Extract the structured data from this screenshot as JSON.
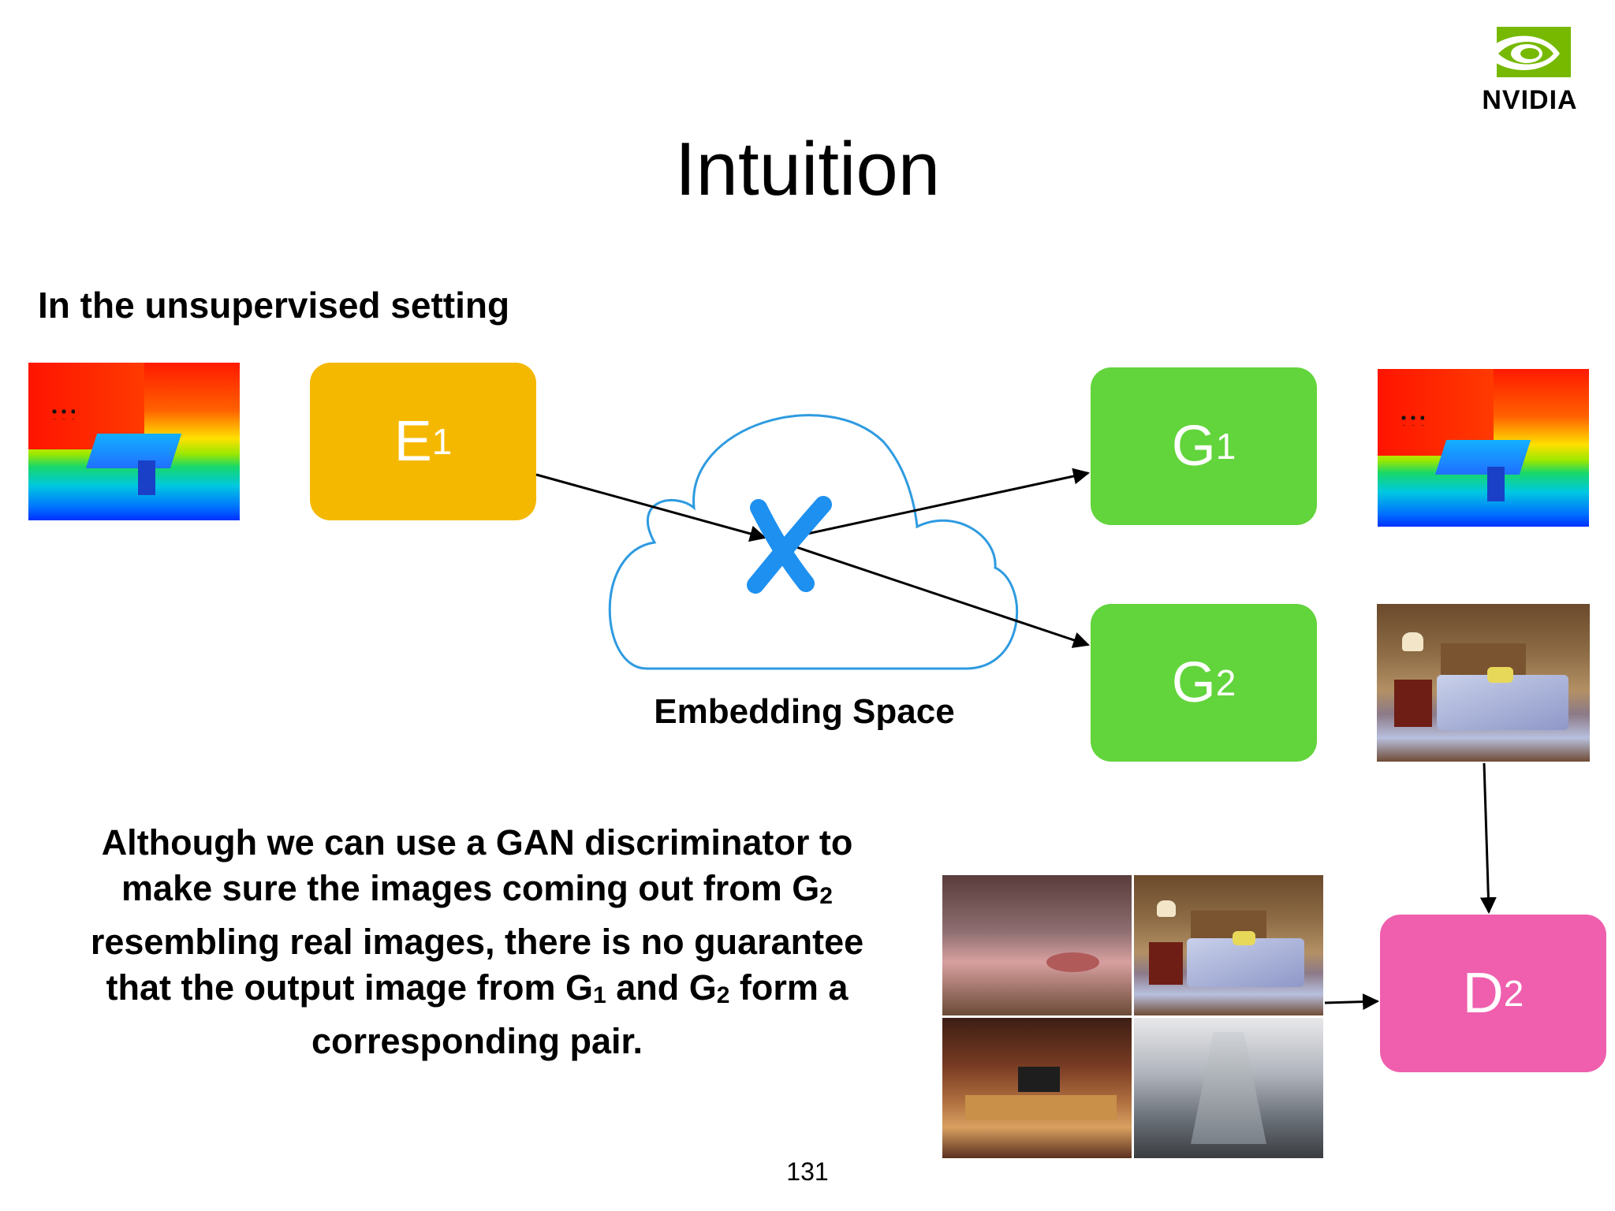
{
  "logo": {
    "wordmark": "NVIDIA",
    "color": "#76B900",
    "icon": "nvidia-eye-icon"
  },
  "title": "Intuition",
  "subtitle": "In the unsupervised setting",
  "boxes": {
    "e1": {
      "letter": "E",
      "sub": "1",
      "color": "#F5B800"
    },
    "g1": {
      "letter": "G",
      "sub": "1",
      "color": "#62D43C"
    },
    "g2": {
      "letter": "G",
      "sub": "2",
      "color": "#62D43C"
    },
    "d2": {
      "letter": "D",
      "sub": "2",
      "color": "#EF5FAE"
    }
  },
  "cloud": {
    "label": "Embedding Space",
    "stroke": "#2E9BE0",
    "mark": "x-mark-icon"
  },
  "body": {
    "l1": "Although we can use a GAN discriminator to",
    "l2a": "make sure the images coming out from G",
    "l2sub": "2",
    "l3": "resembling real images, there is no guarantee",
    "l4a": "that the output image from G",
    "l4sub1": "1",
    "l4b": " and G",
    "l4sub2": "2",
    "l4c": " form a",
    "l5": "corresponding pair."
  },
  "page_number": "131"
}
